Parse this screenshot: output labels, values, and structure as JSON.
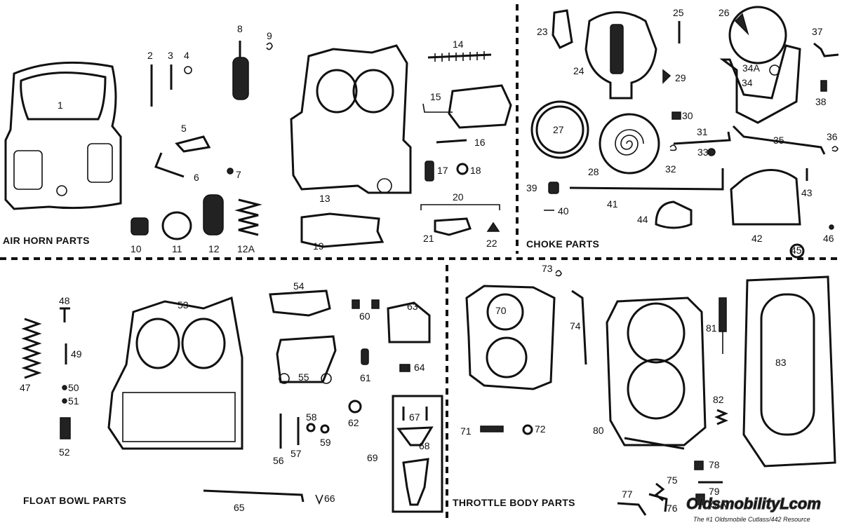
{
  "sections": {
    "air_horn": "AIR HORN PARTS",
    "choke": "CHOKE PARTS",
    "float_bowl": "FLOAT BOWL PARTS",
    "throttle_body": "THROTTLE BODY PARTS"
  },
  "part_numbers": [
    "1",
    "2",
    "3",
    "4",
    "5",
    "6",
    "7",
    "8",
    "9",
    "10",
    "11",
    "12",
    "12A",
    "13",
    "14",
    "15",
    "16",
    "17",
    "18",
    "19",
    "20",
    "21",
    "22",
    "23",
    "24",
    "25",
    "26",
    "27",
    "28",
    "29",
    "30",
    "31",
    "32",
    "33",
    "34",
    "34A",
    "35",
    "36",
    "37",
    "38",
    "39",
    "40",
    "41",
    "42",
    "43",
    "44",
    "45",
    "46",
    "47",
    "48",
    "49",
    "50",
    "51",
    "52",
    "53",
    "54",
    "55",
    "56",
    "57",
    "58",
    "59",
    "60",
    "61",
    "62",
    "63",
    "64",
    "65",
    "66",
    "67",
    "68",
    "69",
    "70",
    "71",
    "72",
    "73",
    "74",
    "75",
    "76",
    "77",
    "78",
    "79",
    "79A",
    "80",
    "81",
    "82",
    "83"
  ],
  "watermark": {
    "name": "OldsmobilityLcom",
    "tagline": "The #1 Oldsmobile Cutlass/442 Resource"
  }
}
